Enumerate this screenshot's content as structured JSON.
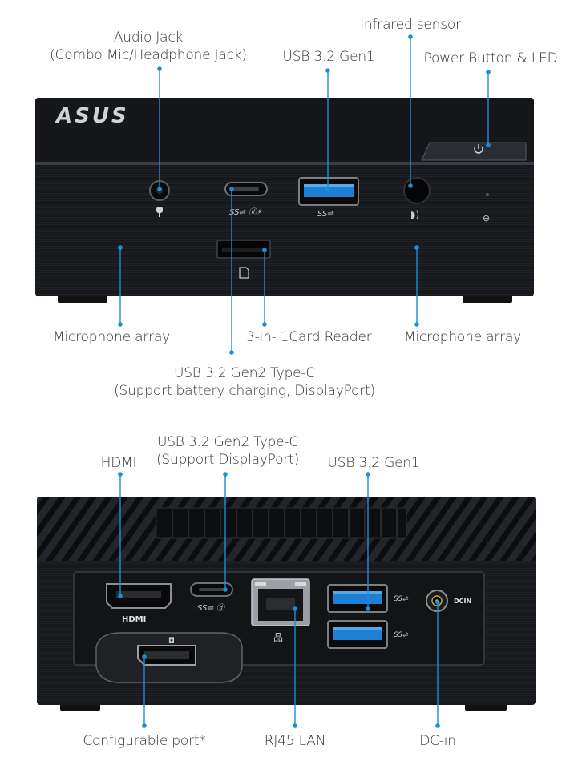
{
  "brand": {
    "logo_text": "ASUS"
  },
  "accent_color": "#1a8fd6",
  "front_panel": {
    "labels": {
      "audio_jack_line1": "Audio Jack",
      "audio_jack_line2": "(Combo Mic/Headphone Jack)",
      "usb_gen1": "USB 3.2 Gen1",
      "infrared": "Infrared sensor",
      "power": "Power Button & LED",
      "mic_left": "Microphone array",
      "card_reader": "3-in- 1Card Reader",
      "mic_right": "Microphone array",
      "typec_line1": "USB 3.2 Gen2 Type-C",
      "typec_line2": "(Support battery charging, DisplayPort)"
    },
    "icons": [
      "headset-icon",
      "usb-superspeed-icon",
      "infrared-icon",
      "storage-led-icon",
      "power-icon",
      "sd-card-icon"
    ]
  },
  "rear_panel": {
    "labels": {
      "hdmi": "HDMI",
      "typec_line1": "USB 3.2 Gen2 Type-C",
      "typec_line2": "(Support DisplayPort)",
      "usb_gen1": "USB 3.2 Gen1",
      "configurable": "Configurable port*",
      "rj45": "RJ45 LAN",
      "dcin": "DC-in"
    },
    "silkscreen": {
      "hdmi": "HDMI",
      "dcin": "DCIN"
    },
    "icons": [
      "displayport-icon",
      "lan-icon",
      "usb-superspeed-icon"
    ]
  }
}
